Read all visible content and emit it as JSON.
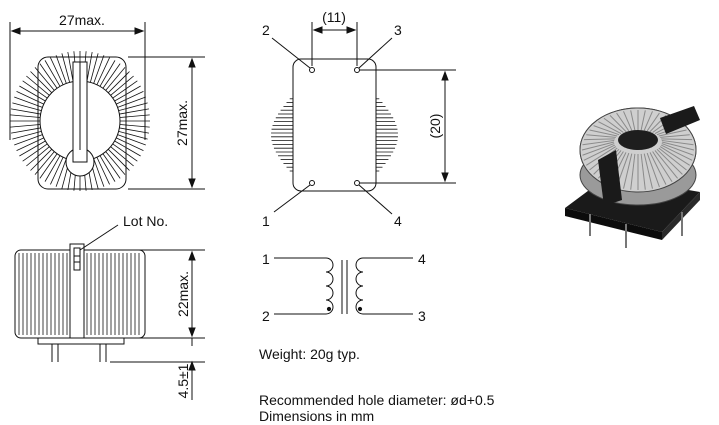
{
  "dims": {
    "width_top": "27max.",
    "height_top": "27max.",
    "pin_spacing": "(11)",
    "pin_pitch": "(20)",
    "height_side": "22max.",
    "pin_length": "4.5±1"
  },
  "labels": {
    "lot_no": "Lot No."
  },
  "pins": {
    "top": [
      "2",
      "3"
    ],
    "bottom": [
      "1",
      "4"
    ],
    "schematic": [
      "1",
      "4",
      "2",
      "3"
    ]
  },
  "notes": {
    "weight": "Weight: 20g typ.",
    "hole": "Recommended hole diameter: ød+0.5",
    "units": "Dimensions in mm"
  },
  "colors": {
    "line": "#111111",
    "coil_body": "#c9c9c9",
    "base": "#1a1a1a"
  }
}
